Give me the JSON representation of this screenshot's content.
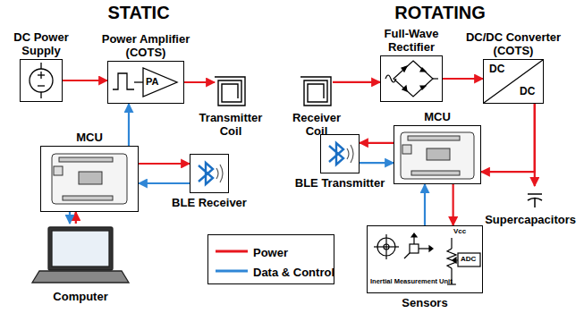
{
  "diagram": {
    "nodes": [
      {
        "text": [
          "DC Power Supply"
        ]
      },
      {
        "text": [
          "Power Amplifier (COTS)",
          "PA"
        ]
      },
      {
        "text": [
          "Transmitter Coil"
        ]
      },
      {
        "text": [
          "MCU"
        ]
      },
      {
        "text": [
          "BLE Receiver"
        ]
      },
      {
        "text": [
          "Computer"
        ]
      },
      {
        "text": [
          "Receiver Coil"
        ]
      },
      {
        "text": [
          "Full-Wave Rectifier"
        ]
      },
      {
        "text": [
          "DC/DC Converter (COTS)",
          "DC",
          "DC"
        ]
      },
      {
        "text": [
          "MCU"
        ]
      },
      {
        "text": [
          "BLE Transmitter"
        ]
      },
      {
        "text": [
          "Supercapacitors"
        ]
      },
      {
        "text": [
          "Sensors",
          "Inertial Measurement Unit",
          "Vcc",
          "ADC"
        ]
      }
    ],
    "edges": [
      {
        "from": 0,
        "to": 1,
        "arrow": "to"
      },
      {
        "from": 1,
        "to": 2,
        "arrow": "to"
      },
      {
        "from": 3,
        "to": 1,
        "arrow": "to"
      },
      {
        "from": 3,
        "to": 4,
        "arrow": "to"
      },
      {
        "from": 4,
        "to": 3,
        "arrow": "to"
      },
      {
        "from": 5,
        "to": 3,
        "arrow": "to"
      },
      {
        "from": 3,
        "to": 5,
        "arrow": "to"
      },
      {
        "from": 6,
        "to": 7,
        "arrow": "to"
      },
      {
        "from": 7,
        "to": 8,
        "arrow": "to"
      },
      {
        "from": 8,
        "to": 9,
        "arrow": "to"
      },
      {
        "from": 8,
        "to": 11,
        "arrow": "to"
      },
      {
        "from": 9,
        "to": 10,
        "arrow": "to"
      },
      {
        "from": 10,
        "to": 9,
        "arrow": "to"
      },
      {
        "from": 9,
        "to": 12,
        "arrow": "to"
      },
      {
        "from": 12,
        "to": 9,
        "arrow": "to"
      }
    ],
    "labels": [
      "STATIC",
      "ROTATING"
    ],
    "legend": [
      {
        "text": "Power"
      },
      {
        "text": "Data & Control"
      }
    ]
  }
}
